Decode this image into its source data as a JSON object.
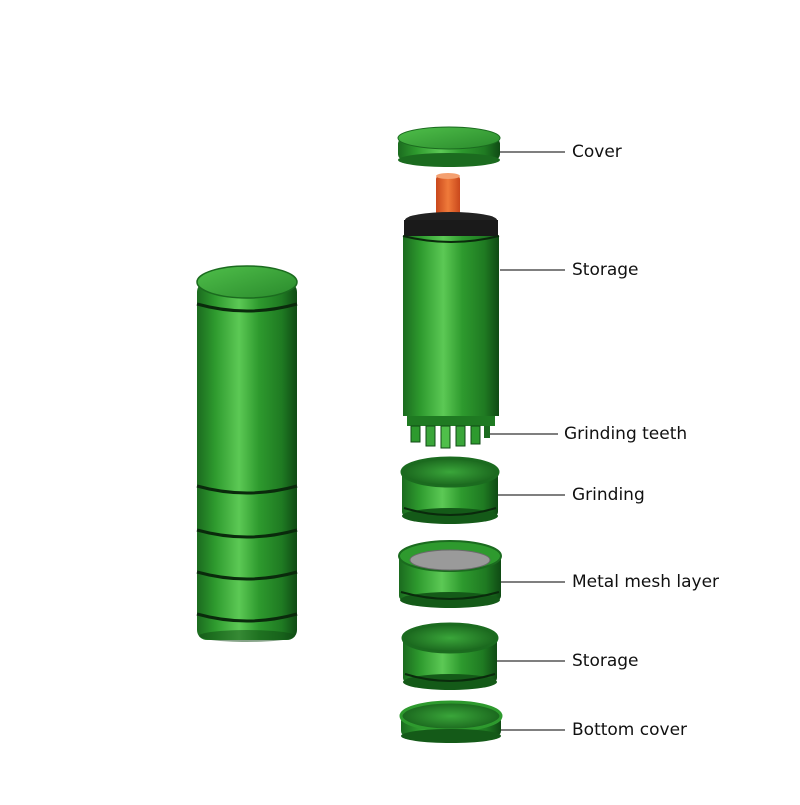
{
  "colors": {
    "green_light": "#4fbf4a",
    "green_mid": "#2e9a2e",
    "green_dark": "#1b6b1f",
    "green_deep": "#0f4a14",
    "groove": "#0a2a0c",
    "mesh": "#9a9a9a",
    "filter": "#e8622a",
    "leader": "#333333"
  },
  "parts": {
    "cover": {
      "label": "Cover",
      "icon": "lid-icon"
    },
    "storage_top": {
      "label": "Storage",
      "icon": "storage-chamber-icon"
    },
    "grinding_teeth": {
      "label": "Grinding teeth",
      "icon": "teeth-icon"
    },
    "grinding": {
      "label": "Grinding",
      "icon": "grinding-chamber-icon"
    },
    "mesh_layer": {
      "label": "Metal mesh layer",
      "icon": "mesh-icon"
    },
    "storage_bottom": {
      "label": "Storage",
      "icon": "storage-ring-icon"
    },
    "bottom_cover": {
      "label": "Bottom cover",
      "icon": "base-icon"
    }
  }
}
